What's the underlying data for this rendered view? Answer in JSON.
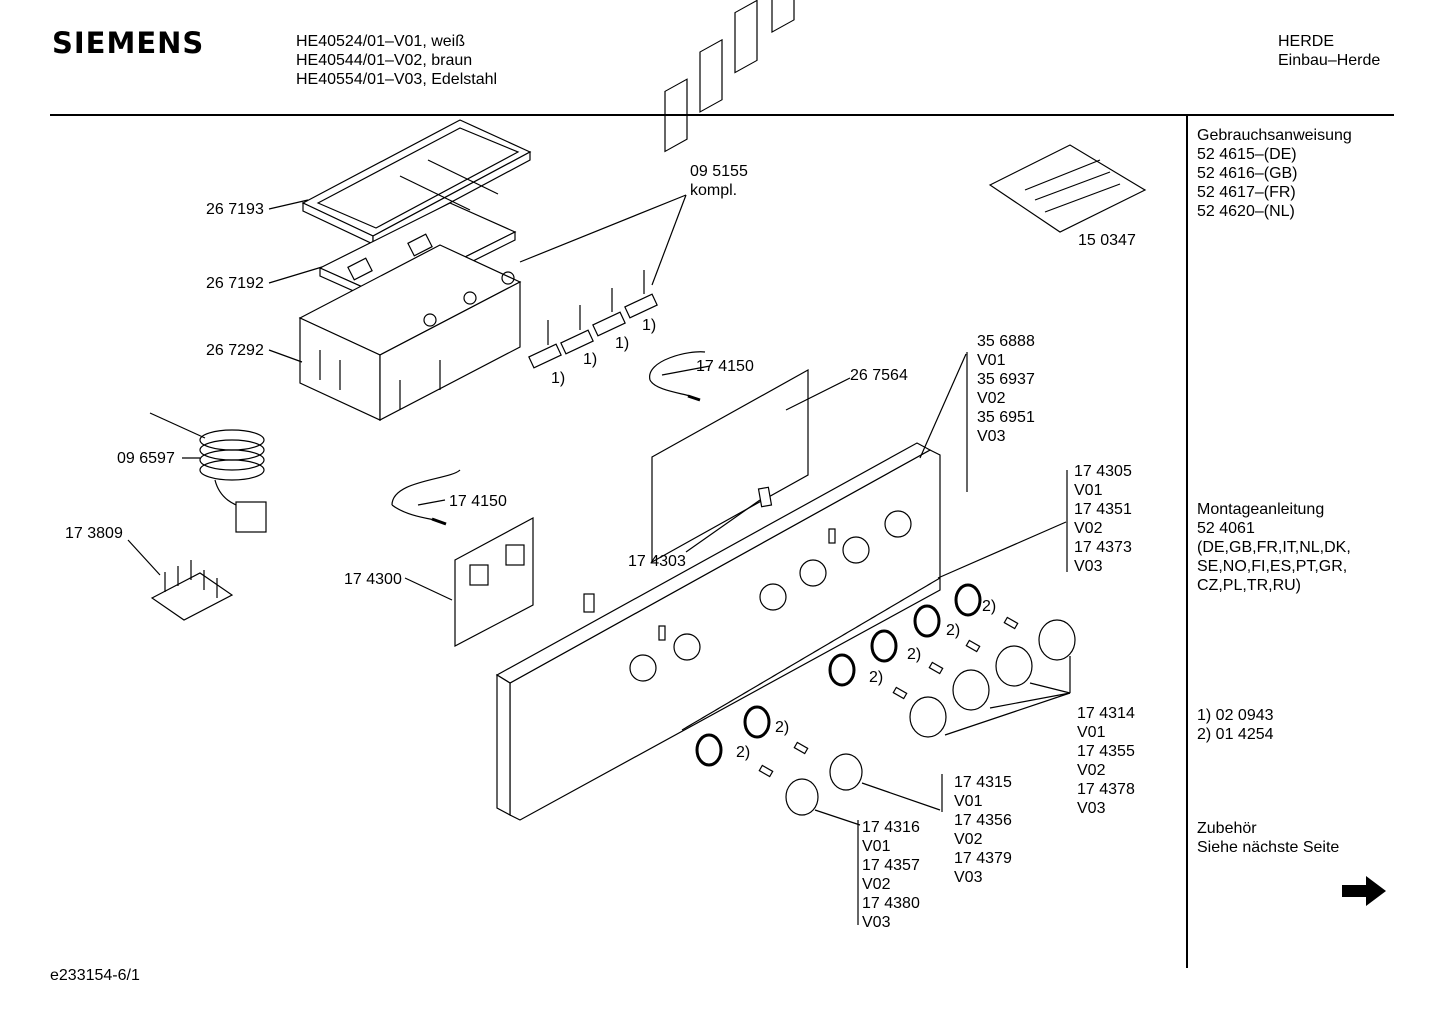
{
  "header": {
    "brand": "SIEMENS",
    "models": [
      "HE40524/01–V01, weiß",
      "HE40544/01–V02, braun",
      "HE40554/01–V03, Edelstahl"
    ],
    "category": "HERDE",
    "subcategory": "Einbau–Herde"
  },
  "sidebar": {
    "manual_title": "Gebrauchsanweisung",
    "manual_items": [
      "52 4615–(DE)",
      "52 4616–(GB)",
      "52 4617–(FR)",
      "52 4620–(NL)"
    ],
    "mounting_title": "Montageanleitung",
    "mounting_lines": [
      "52 4061",
      "(DE,GB,FR,IT,NL,DK,",
      "SE,NO,FI,ES,PT,GR,",
      "CZ,PL,TR,RU)"
    ],
    "footnotes": [
      "1)  02 0943",
      "2)  01 4254"
    ],
    "accessories_title": "Zubehör",
    "accessories_note": "Siehe nächste Seite",
    "next_icon": "arrow-right-icon"
  },
  "parts": {
    "p267193": "26 7193",
    "p267192": "26 7192",
    "p267292": "26 7292",
    "p096597": "09 6597",
    "p173809": "17 3809",
    "p095155": "09 5155",
    "p095155_note": "kompl.",
    "p150347": "15 0347",
    "p174150a": "17 4150",
    "p174150b": "17 4150",
    "p267564": "26 7564",
    "p174300": "17 4300",
    "p174303": "17 4303",
    "fn1": "1)",
    "fn2": "2)"
  },
  "groups": {
    "panel": [
      "35 6888",
      "V01",
      "35 6937",
      "V02",
      "35 6951",
      "V03"
    ],
    "ring": [
      "17 4305",
      "V01",
      "17 4351",
      "V02",
      "17 4373",
      "V03"
    ],
    "knob_big": [
      "17 4314",
      "V01",
      "17 4355",
      "V02",
      "17 4378",
      "V03"
    ],
    "knob_mid": [
      "17 4315",
      "V01",
      "17 4356",
      "V02",
      "17 4379",
      "V03"
    ],
    "knob_small": [
      "17 4316",
      "V01",
      "17 4357",
      "V02",
      "17 4380",
      "V03"
    ]
  },
  "footer": {
    "doc_id": "e233154-6/1"
  }
}
